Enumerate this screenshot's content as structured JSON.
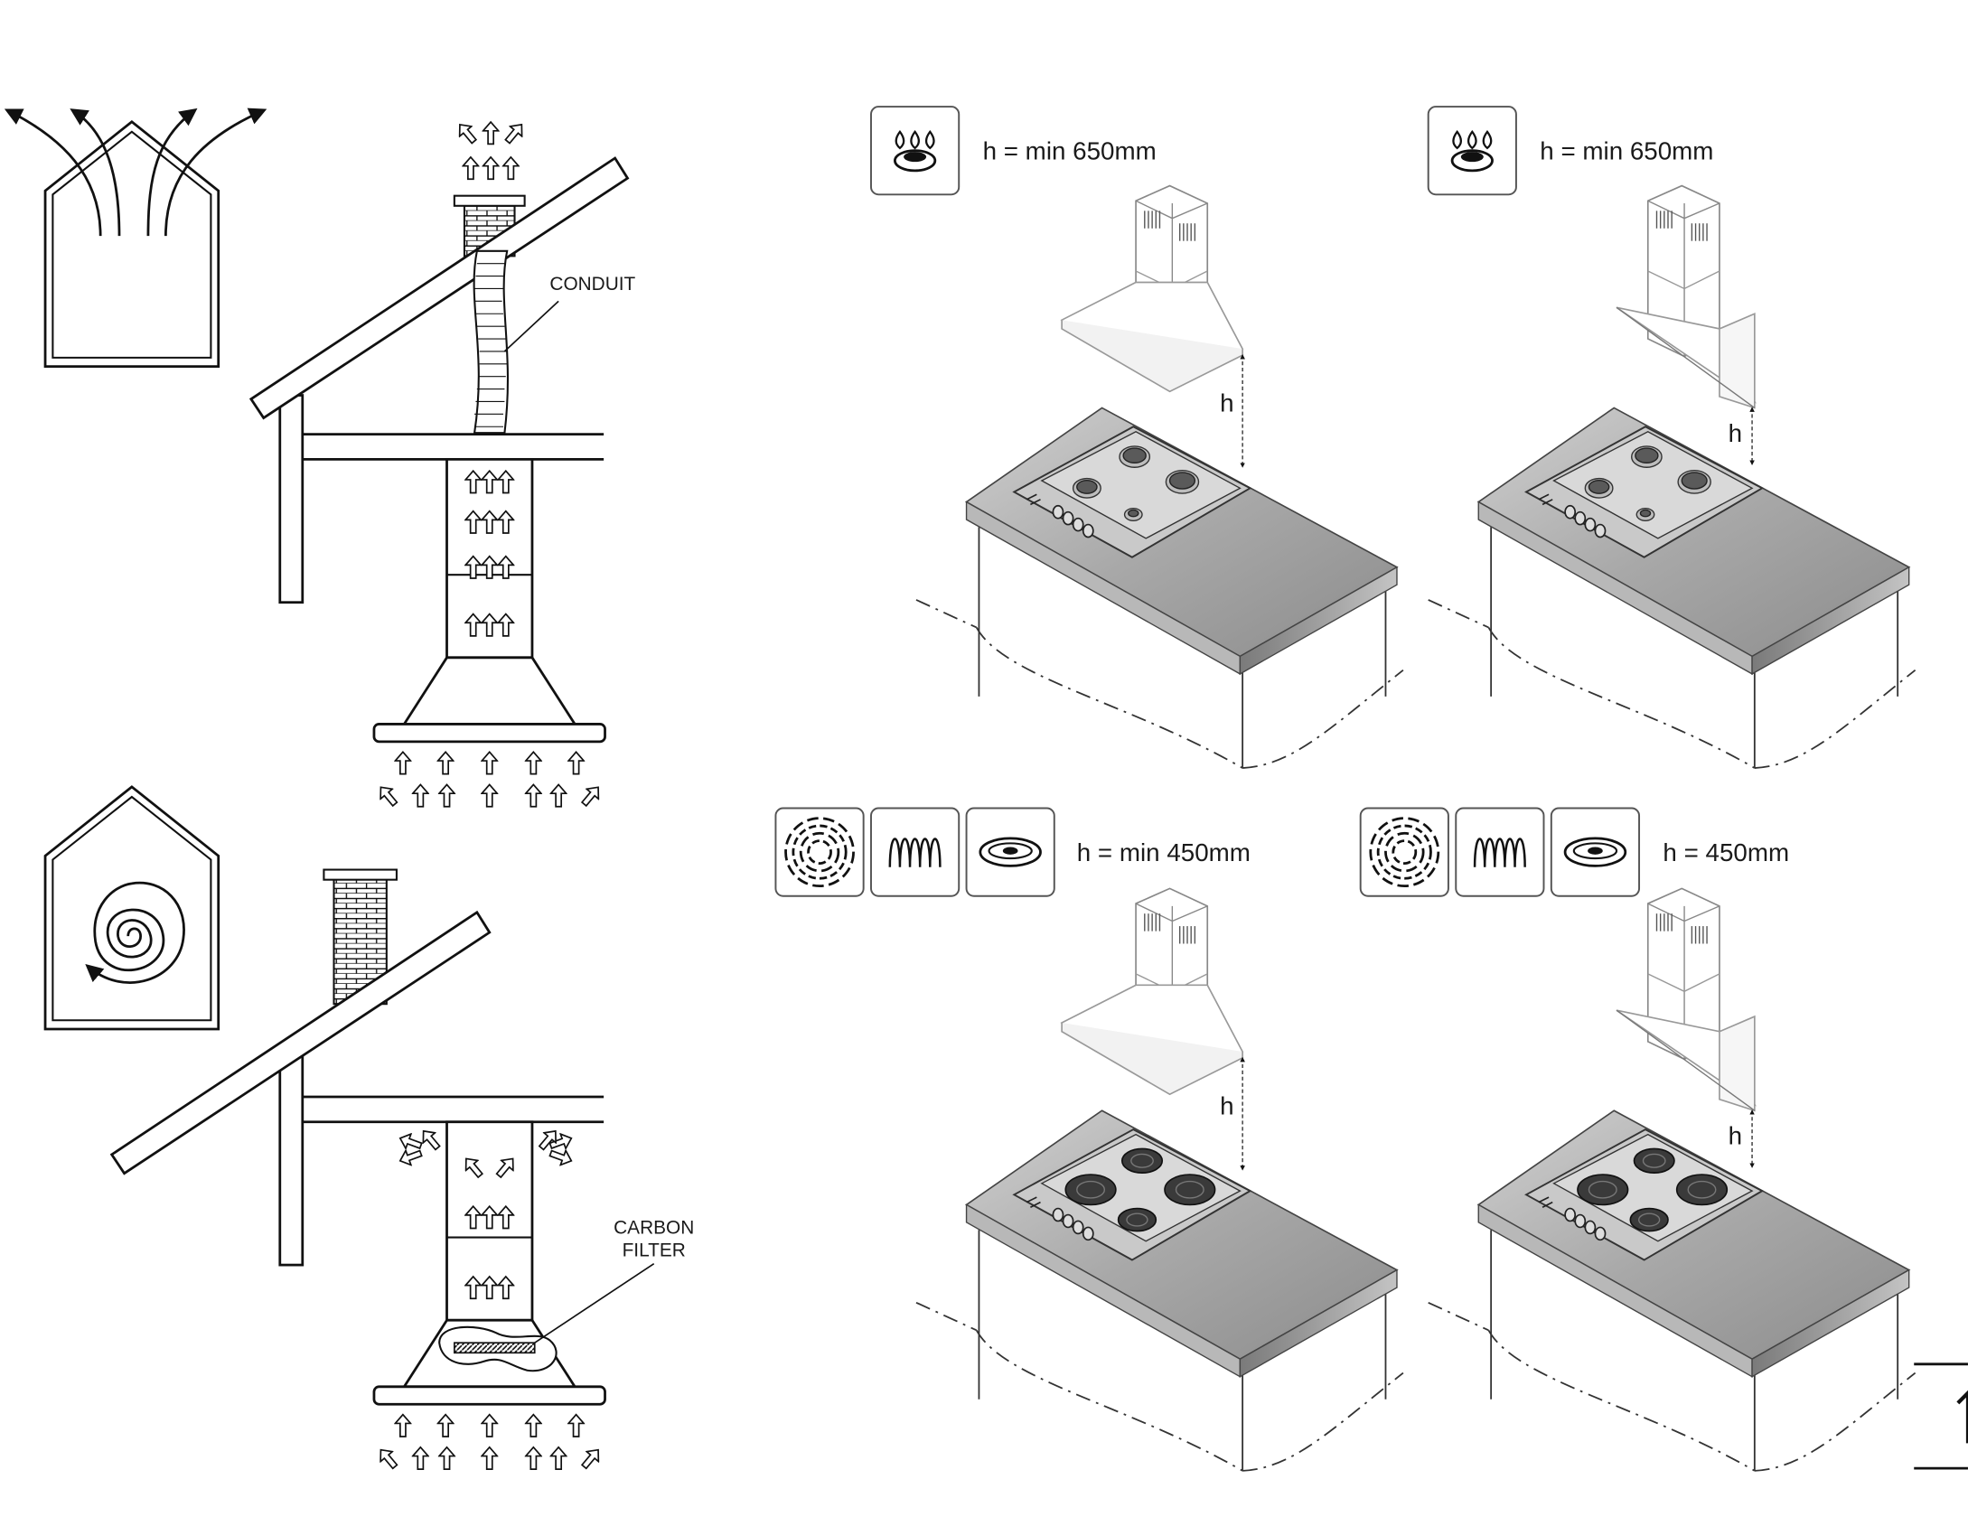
{
  "labels": {
    "conduit": "CONDUIT",
    "carbon_filter_line1": "CARBON",
    "carbon_filter_line2": "FILTER"
  },
  "panels": [
    {
      "height_label": "h = min 650mm",
      "hob_type": "gas",
      "hood_type": "chimney-flat",
      "icons": [
        "gas-burner-icon"
      ],
      "h_marker": "h"
    },
    {
      "height_label": "h = min 650mm",
      "hob_type": "gas",
      "hood_type": "chimney-angled",
      "icons": [
        "gas-burner-icon"
      ],
      "h_marker": "h"
    },
    {
      "height_label": "h = min 450mm",
      "hob_type": "electric",
      "hood_type": "chimney-flat",
      "icons": [
        "radiant-ring-icon",
        "coil-element-icon",
        "hotplate-icon"
      ],
      "h_marker": "h"
    },
    {
      "height_label": "h = 450mm",
      "hob_type": "electric",
      "hood_type": "chimney-angled",
      "icons": [
        "radiant-ring-icon",
        "coil-element-icon",
        "hotplate-icon"
      ],
      "h_marker": "h"
    }
  ],
  "colors": {
    "line": "#1a1a1a",
    "countertop": "#9a9a9a",
    "hob": "#c9c9c9",
    "burner": "#5a5a5a"
  }
}
